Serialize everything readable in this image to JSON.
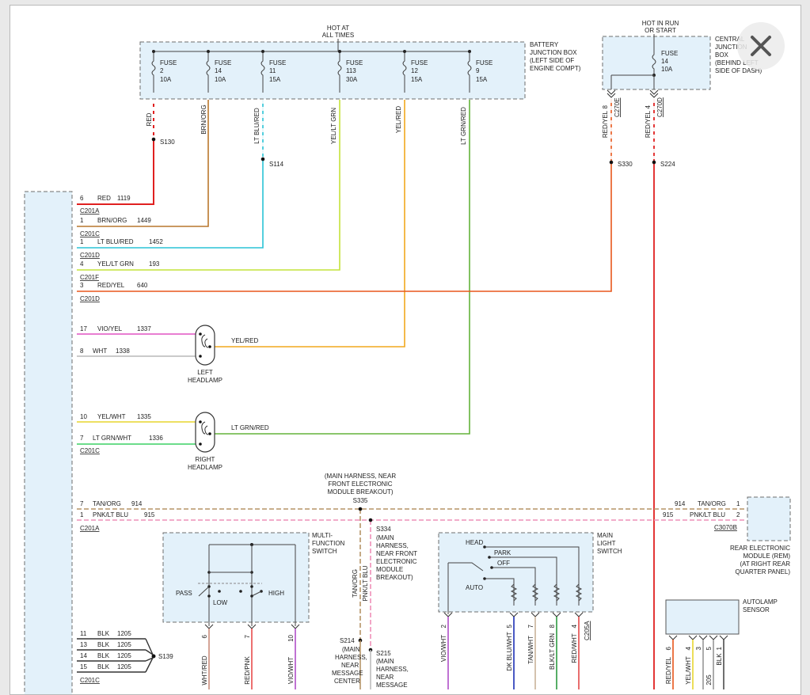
{
  "colors": {
    "red": "#e02020",
    "brn_org": "#b9772d",
    "lt_blu_red": "#2ac3d6",
    "yel_lt_grn": "#c4e33a",
    "yel_red": "#f2a81e",
    "lt_grn_red": "#63b33a",
    "red_yel": "#e8561b",
    "vio_yel": "#e052c2",
    "wht": "#b8b8b8",
    "yel_wht": "#e7d62f",
    "lt_grn_wht": "#3bd163",
    "tan_org": "#b59467",
    "pnk_lt_blu": "#ee90b8",
    "blk": "#333333",
    "fill": "#e3f1fa"
  },
  "battery_box": {
    "hot_label": [
      "HOT AT",
      "ALL TIMES"
    ],
    "title": [
      "BATTERY",
      "JUNCTION BOX",
      "(LEFT SIDE OF",
      "ENGINE COMPT)"
    ],
    "fuses": [
      {
        "lines": [
          "FUSE",
          "2",
          "10A"
        ]
      },
      {
        "lines": [
          "FUSE",
          "14",
          "10A"
        ]
      },
      {
        "lines": [
          "FUSE",
          "11",
          "15A"
        ]
      },
      {
        "lines": [
          "FUSE",
          "113",
          "30A"
        ]
      },
      {
        "lines": [
          "FUSE",
          "12",
          "15A"
        ]
      },
      {
        "lines": [
          "FUSE",
          "9",
          "15A"
        ]
      }
    ]
  },
  "central_box": {
    "hot_label": [
      "HOT IN RUN",
      "OR START"
    ],
    "title": [
      "CENTRAL",
      "JUNCTION",
      "BOX",
      "(BEHIND LEFT",
      "SIDE OF DASH)"
    ],
    "fuse": [
      "FUSE",
      "14",
      "10A"
    ],
    "pins": [
      {
        "pin": "8",
        "conn": "C270E"
      },
      {
        "pin": "4",
        "conn": "C270D"
      }
    ]
  },
  "vertical_wire_labels": [
    "RED",
    "BRN/ORG",
    "LT BLU/RED",
    "YEL/LT GRN",
    "YEL/RED",
    "LT GRN/RED",
    "RED/YEL",
    "RED/YEL"
  ],
  "splices": [
    "S130",
    "S114",
    "S330",
    "S224"
  ],
  "left_circuits": [
    {
      "pin": "6",
      "color": "RED",
      "circuit": "1119",
      "conn": "C201A"
    },
    {
      "pin": "1",
      "color": "BRN/ORG",
      "circuit": "1449",
      "conn": "C201C"
    },
    {
      "pin": "1",
      "color": "LT BLU/RED",
      "circuit": "1452",
      "conn": "C201D"
    },
    {
      "pin": "4",
      "color": "YEL/LT GRN",
      "circuit": "193",
      "conn": "C201F"
    },
    {
      "pin": "3",
      "color": "RED/YEL",
      "circuit": "640",
      "conn": "C201D"
    }
  ],
  "left_headlamp": {
    "label": [
      "LEFT",
      "HEADLAMP"
    ],
    "input_1": {
      "pin": "17",
      "color": "VIO/YEL",
      "circuit": "1337"
    },
    "input_2": {
      "pin": "8",
      "color": "WHT",
      "circuit": "1338"
    },
    "feed": "YEL/RED"
  },
  "right_headlamp": {
    "label": [
      "RIGHT",
      "HEADLAMP"
    ],
    "input_1": {
      "pin": "10",
      "color": "YEL/WHT",
      "circuit": "1335"
    },
    "input_2": {
      "pin": "7",
      "color": "LT GRN/WHT",
      "circuit": "1336",
      "conn": "C201C"
    },
    "feed": "LT GRN/RED"
  },
  "rem_bus": {
    "breakout_note": [
      "(MAIN HARNESS, NEAR",
      "FRONT ELECTRONIC",
      "MODULE BREAKOUT)"
    ],
    "splice": "S335",
    "row1": {
      "pin": "7",
      "color": "TAN/ORG",
      "circuit": "914",
      "rpin": "1"
    },
    "row2": {
      "pin": "1",
      "color": "PNK/LT BLU",
      "circuit": "915",
      "rpin": "2"
    },
    "left_conn": "C201A",
    "right_conn": "C3070B",
    "rem_label": [
      "REAR ELECTRONIC",
      "MODULE (REM)",
      "(AT RIGHT REAR",
      "QUARTER PANEL)"
    ]
  },
  "s334": {
    "splice": "S334",
    "note": [
      "(MAIN",
      "HARNESS,",
      "NEAR FRONT",
      "ELECTRONIC",
      "MODULE",
      "BREAKOUT)"
    ],
    "wires": [
      "TAN/ORG",
      "PNK/LT BLU"
    ]
  },
  "multi_function_switch": {
    "title": [
      "MULTI-",
      "FUNCTION",
      "SWITCH"
    ],
    "pass": "PASS",
    "low": "LOW",
    "high": "HIGH",
    "pins": [
      {
        "pin": "6",
        "color": "WHT/RED"
      },
      {
        "pin": "7",
        "color": "RED/PNK"
      },
      {
        "pin": "10",
        "color": "VIO/WHT"
      }
    ]
  },
  "main_light_switch": {
    "title": [
      "MAIN",
      "LIGHT",
      "SWITCH"
    ],
    "positions": [
      "HEAD",
      "PARK",
      "OFF",
      "AUTO"
    ],
    "pins": [
      {
        "pin": "2",
        "color": "VIO/WHT"
      },
      {
        "pin": "5",
        "color": "DK BLU/WHT"
      },
      {
        "pin": "7",
        "color": "TAN/WHT"
      },
      {
        "pin": "8",
        "color": "BLK/LT GRN"
      },
      {
        "pin": "4",
        "color": "RED/WHT"
      }
    ],
    "conn": "C205A"
  },
  "ground": {
    "splice": "S139",
    "rows": [
      {
        "pin": "11",
        "color": "BLK",
        "circuit": "1205"
      },
      {
        "pin": "13",
        "color": "BLK",
        "circuit": "1205"
      },
      {
        "pin": "14",
        "color": "BLK",
        "circuit": "1205"
      },
      {
        "pin": "15",
        "color": "BLK",
        "circuit": "1205"
      }
    ],
    "conn": "C201C"
  },
  "bottom_splices": {
    "s214": {
      "splice": "S214",
      "note": [
        "(MAIN",
        "HARNESS,",
        "NEAR",
        "MESSAGE",
        "CENTER"
      ]
    },
    "s215": {
      "splice": "S215",
      "note": [
        "(MAIN",
        "HARNESS,",
        "NEAR",
        "MESSAGE"
      ]
    }
  },
  "autolamp": {
    "title": [
      "AUTOLAMP",
      "SENSOR"
    ],
    "pins": [
      {
        "pin": "6",
        "color": "RED/YEL"
      },
      {
        "pin": "4",
        "color": "YEL/WHT"
      },
      {
        "pin": "3",
        "color": ""
      },
      {
        "pin": "5",
        "color": "205"
      },
      {
        "pin": "1",
        "color": "BLK"
      }
    ]
  },
  "close_icon": "close-icon"
}
